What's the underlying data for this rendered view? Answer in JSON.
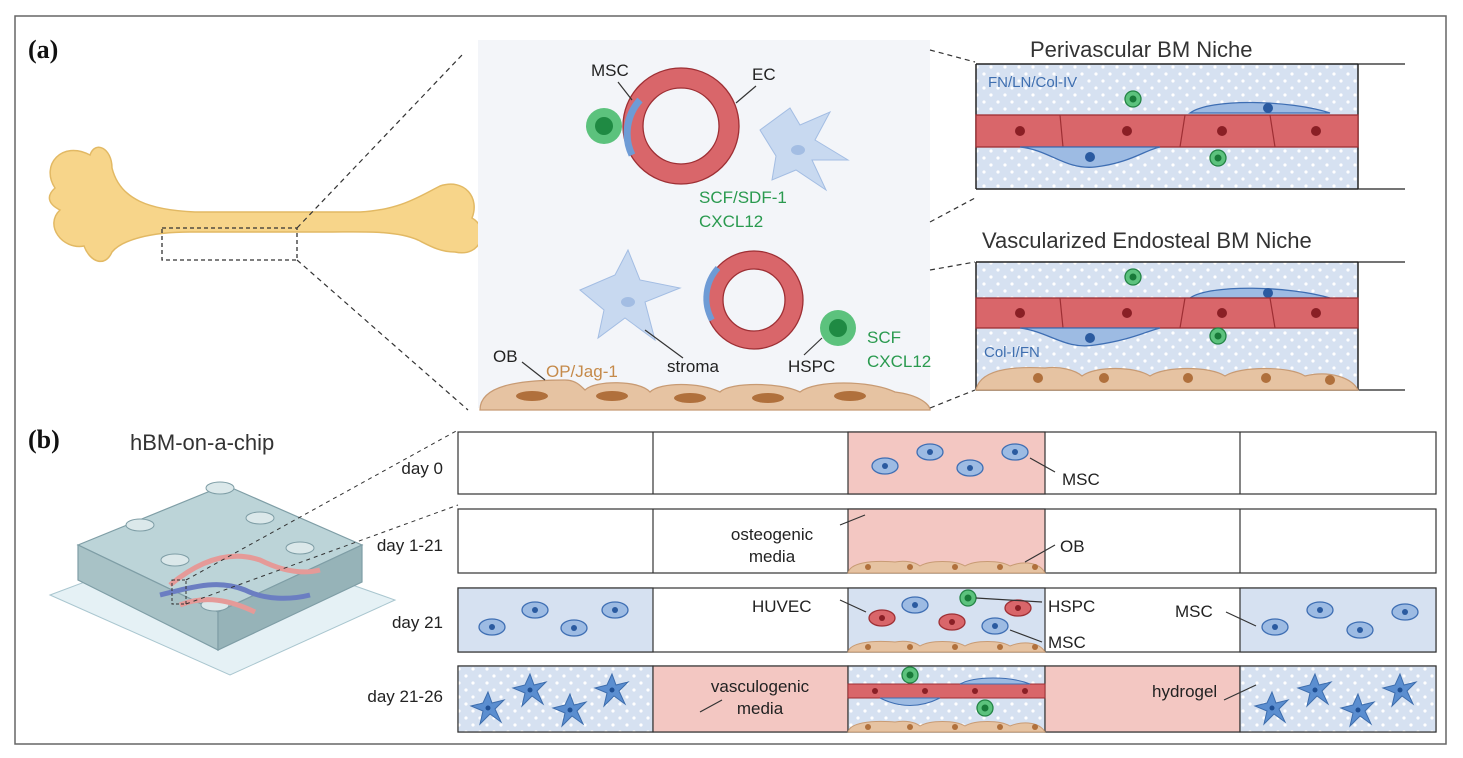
{
  "panels": {
    "a": "(a)",
    "b": "(b)"
  },
  "titles": {
    "perivascular": "Perivascular BM Niche",
    "endosteal": "Vascularized Endosteal BM Niche",
    "chip": "hBM-on-a-chip"
  },
  "niche_labels": {
    "msc": "MSC",
    "ec": "EC",
    "scf_sdf1": "SCF/SDF-1",
    "cxcl12": "CXCL12",
    "ob": "OB",
    "op_jag": "OP/Jag-1",
    "stroma": "stroma",
    "hspc": "HSPC",
    "scf": "SCF",
    "cxcl12_b": "CXCL12",
    "fn_ln_col": "FN/LN/Col-IV",
    "col_fn": "Col-I/FN"
  },
  "days": [
    "day 0",
    "day 1-21",
    "day 21",
    "day 21-26"
  ],
  "timeline_labels": {
    "msc_d0": "MSC",
    "osteo_1": "osteogenic",
    "osteo_2": "media",
    "ob_d1": "OB",
    "huvec": "HUVEC",
    "hspc_d21": "HSPC",
    "msc_d21_center": "MSC",
    "msc_d21_right": "MSC",
    "vasc_1": "vasculogenic",
    "vasc_2": "media",
    "hydrogel": "hydrogel"
  },
  "colors": {
    "bone": "#f7d58a",
    "vessel": "#d9666a",
    "pink": "#f3c7c2",
    "gel": "#d6e1f1",
    "stem": "#2fa657",
    "stromal": "#b9cdea",
    "osteo": "#e6c3a2"
  }
}
